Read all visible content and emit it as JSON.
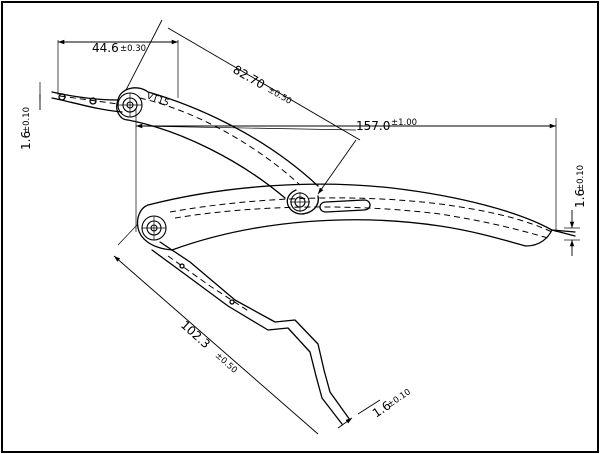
{
  "dimensions": {
    "upper_arm_offset": {
      "value": "44.6",
      "tol": "±0.30"
    },
    "upper_arm_length": {
      "value": "82.70",
      "tol": "±0.50"
    },
    "overall_length": {
      "value": "157.0",
      "tol": "±1.00"
    },
    "lower_arm_length": {
      "value": "102.3",
      "tol": "±0.50"
    },
    "thickness_left": {
      "value": "1.6",
      "tol": "±0.10"
    },
    "thickness_right": {
      "value": "1.6",
      "tol": "±0.10"
    },
    "thickness_bottom": {
      "value": "1.6",
      "tol": "±0.10"
    }
  },
  "note_label": "VT15",
  "colors": {
    "line": "#000000",
    "background": "#ffffff"
  }
}
